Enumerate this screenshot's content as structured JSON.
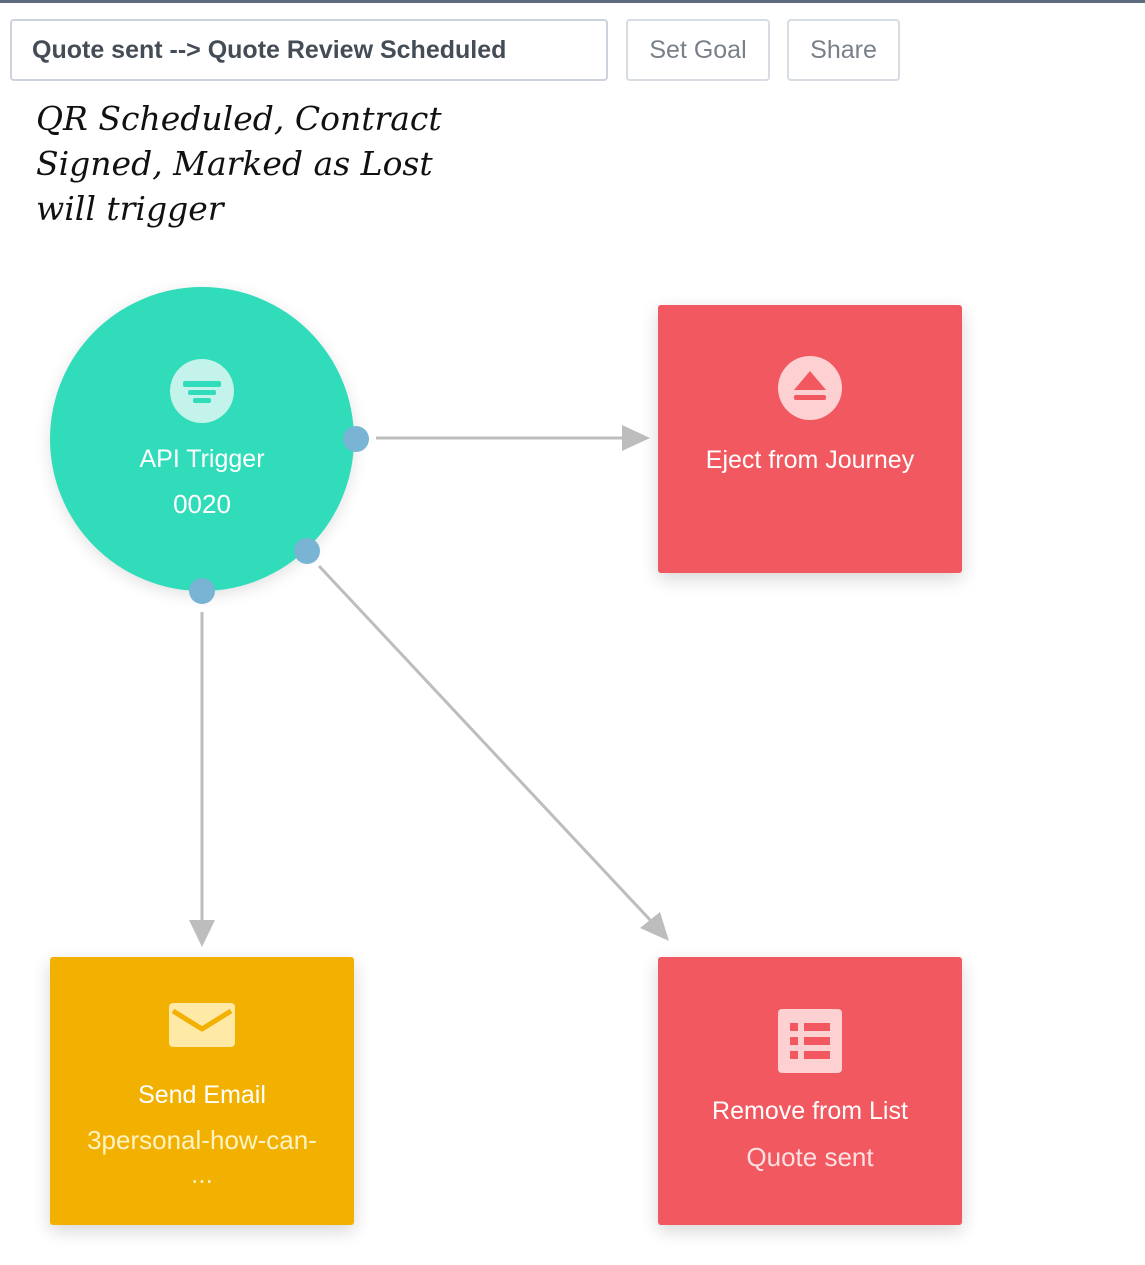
{
  "journey": {
    "name": "Quote sent --> Quote Review Scheduled",
    "set_goal_label": "Set Goal",
    "share_label": "Share"
  },
  "note": {
    "lines": [
      "QR Scheduled, Contract",
      "Signed, Marked as Lost",
      "will trigger"
    ]
  },
  "nodes": {
    "trigger": {
      "icon": "filter-icon",
      "title": "API Trigger",
      "subtitle": "0020",
      "color": "#30dcba"
    },
    "eject": {
      "icon": "eject-icon",
      "title": "Eject from Journey",
      "color": "#f1585f"
    },
    "email": {
      "icon": "envelope-icon",
      "title": "Send Email",
      "subtitle_line1": "3personal-how-can-",
      "subtitle_line2": "...",
      "color": "#f2b100"
    },
    "remove": {
      "icon": "list-icon",
      "title": "Remove from List",
      "subtitle": "Quote sent",
      "color": "#f1585f"
    }
  },
  "colors": {
    "connector": "#bdbdbd",
    "port": "#79b4d4",
    "button_text": "#7a8089"
  }
}
